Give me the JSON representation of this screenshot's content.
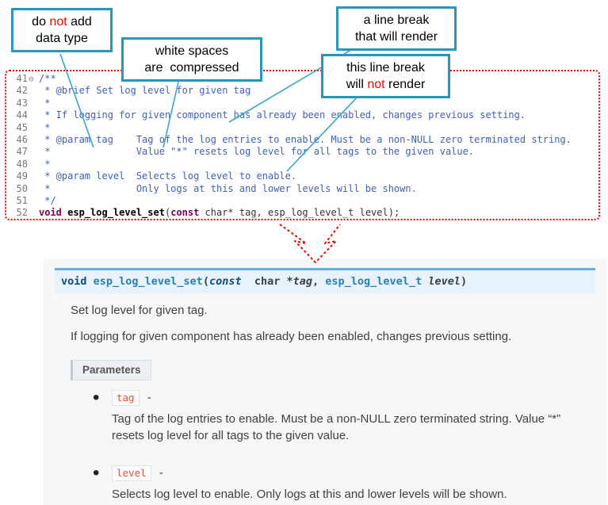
{
  "colors": {
    "callout-border": "#2B96BB",
    "callout-highlight": "#FF0000",
    "connector": "#35A7CC",
    "code-border": "#FF0000",
    "comment": "#3F5FBF",
    "keyword": "#7F0055",
    "sig-accent": "#6AB0DE",
    "sig-bg": "#E7F2FA",
    "literal-red": "#E74C3C",
    "doc-bg": "#F6F7F8",
    "doc-text": "#404040"
  },
  "callouts": {
    "no_datatype": {
      "line1": [
        {
          "text": "do "
        },
        {
          "text": "not",
          "cls": "red"
        },
        {
          "text": " add"
        }
      ],
      "line2": [
        {
          "text": "data type"
        }
      ]
    },
    "whitespace": {
      "line1": [
        {
          "text": "white spaces"
        }
      ],
      "line2": [
        {
          "text": "are  compressed"
        }
      ]
    },
    "line_break_render": {
      "line1": [
        {
          "text": "a line break"
        }
      ],
      "line2": [
        {
          "text": "that will render"
        }
      ]
    },
    "line_break_no_render": {
      "line1": [
        {
          "text": "this line break"
        }
      ],
      "line2": [
        {
          "text": "will "
        },
        {
          "text": "not",
          "cls": "red"
        },
        {
          "text": " render"
        }
      ]
    }
  },
  "code": {
    "lines": [
      {
        "num": "41",
        "fold": "⊖",
        "segments": [
          {
            "text": "/**",
            "cls": "cmt"
          }
        ]
      },
      {
        "num": "42",
        "fold": "",
        "segments": [
          {
            "text": " * @brief Set log level for given tag",
            "cls": "cmt"
          }
        ]
      },
      {
        "num": "43",
        "fold": "",
        "segments": [
          {
            "text": " *",
            "cls": "cmt"
          }
        ]
      },
      {
        "num": "44",
        "fold": "",
        "segments": [
          {
            "text": " * If logging for given component has already been enabled, changes previous setting.",
            "cls": "cmt"
          }
        ]
      },
      {
        "num": "45",
        "fold": "",
        "segments": [
          {
            "text": " *",
            "cls": "cmt"
          }
        ]
      },
      {
        "num": "46",
        "fold": "",
        "segments": [
          {
            "text": " * @param tag    Tag of the log entries to enable. Must be a non-NULL zero terminated string.",
            "cls": "cmt"
          }
        ]
      },
      {
        "num": "47",
        "fold": "",
        "segments": [
          {
            "text": " *               Value \"*\" resets log level for all tags to the given value.",
            "cls": "cmt"
          }
        ]
      },
      {
        "num": "48",
        "fold": "",
        "segments": [
          {
            "text": " *",
            "cls": "cmt"
          }
        ]
      },
      {
        "num": "49",
        "fold": "",
        "segments": [
          {
            "text": " * @param level  Selects log level to enable.",
            "cls": "cmt"
          }
        ]
      },
      {
        "num": "50",
        "fold": "",
        "segments": [
          {
            "text": " *               Only logs at this and lower levels will be shown.",
            "cls": "cmt"
          }
        ]
      },
      {
        "num": "51",
        "fold": "",
        "segments": [
          {
            "text": " */",
            "cls": "cmt"
          }
        ]
      },
      {
        "num": "52",
        "fold": "",
        "segments": [
          {
            "text": "void ",
            "cls": "kw"
          },
          {
            "text": "esp_log_level_set",
            "cls": "fn"
          },
          {
            "text": "("
          },
          {
            "text": "const",
            "cls": "kw"
          },
          {
            "text": " char* tag, esp_log_level_t level);"
          }
        ]
      }
    ]
  },
  "doc": {
    "signature": [
      {
        "text": "void ",
        "cls": "s-kw"
      },
      {
        "text": "esp_log_level_set",
        "cls": "s-name"
      },
      {
        "text": "(",
        "cls": "s-plain"
      },
      {
        "text": "const",
        "cls": "s-kwi"
      },
      {
        "text": "  char *",
        "cls": "s-plain"
      },
      {
        "text": "tag",
        "cls": "s-arg"
      },
      {
        "text": ", ",
        "cls": "s-plain"
      },
      {
        "text": "esp_log_level_t ",
        "cls": "s-type"
      },
      {
        "text": "level",
        "cls": "s-arg"
      },
      {
        "text": ")",
        "cls": "s-plain"
      }
    ],
    "p1": "Set log level for given tag.",
    "p2": "If logging for given component has already been enabled, changes previous setting.",
    "params_label": "Parameters",
    "params": [
      {
        "name": "tag",
        "sep": "-",
        "desc": "Tag of the log entries to enable. Must be a non-NULL zero terminated string. Value “*” resets log level for all tags to the given value."
      },
      {
        "name": "level",
        "sep": "-",
        "desc": "Selects log level to enable. Only logs at this and lower levels will be shown."
      }
    ]
  }
}
